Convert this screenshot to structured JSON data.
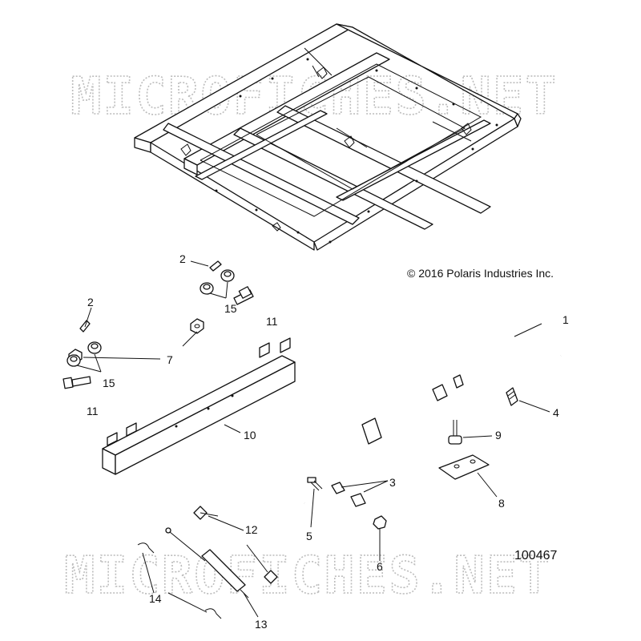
{
  "watermark": {
    "text": "MICROFICHES.NET"
  },
  "copyright": "© 2016 Polaris Industries Inc.",
  "figure_number": "100467",
  "callouts": [
    {
      "id": "c1",
      "label": "1"
    },
    {
      "id": "c2a",
      "label": "2"
    },
    {
      "id": "c2b",
      "label": "2"
    },
    {
      "id": "c3",
      "label": "3"
    },
    {
      "id": "c4",
      "label": "4"
    },
    {
      "id": "c5",
      "label": "5"
    },
    {
      "id": "c6",
      "label": "6"
    },
    {
      "id": "c7",
      "label": "7"
    },
    {
      "id": "c8",
      "label": "8"
    },
    {
      "id": "c9",
      "label": "9"
    },
    {
      "id": "c10",
      "label": "10"
    },
    {
      "id": "c11a",
      "label": "11"
    },
    {
      "id": "c11b",
      "label": "11"
    },
    {
      "id": "c12",
      "label": "12"
    },
    {
      "id": "c13",
      "label": "13"
    },
    {
      "id": "c14",
      "label": "14"
    },
    {
      "id": "c15a",
      "label": "15"
    },
    {
      "id": "c15b",
      "label": "15"
    }
  ]
}
